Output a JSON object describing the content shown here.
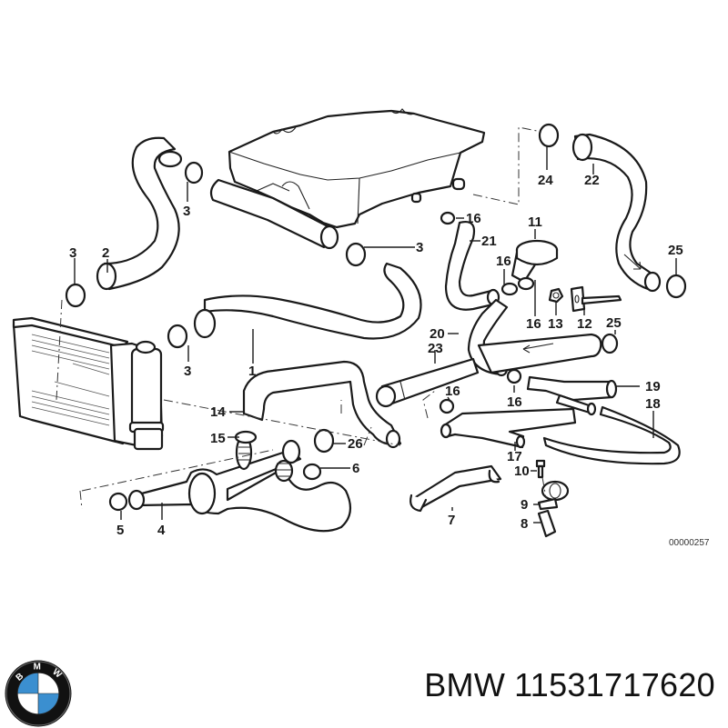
{
  "diagram": {
    "title": "Cooling system water hoses",
    "diagram_id": "00000257",
    "callouts": [
      {
        "label": "1",
        "part": "hose-radiator-upper"
      },
      {
        "label": "2",
        "part": "hose-s-bend"
      },
      {
        "label": "3",
        "part": "hose-clamp"
      },
      {
        "label": "4",
        "part": "hose-radiator-lower"
      },
      {
        "label": "5",
        "part": "hose-clamp"
      },
      {
        "label": "6",
        "part": "hose-clamp"
      },
      {
        "label": "7",
        "part": "bracket"
      },
      {
        "label": "8",
        "part": "plate"
      },
      {
        "label": "9",
        "part": "pipe-clip"
      },
      {
        "label": "10",
        "part": "bolt"
      },
      {
        "label": "11",
        "part": "expansion-cap"
      },
      {
        "label": "12",
        "part": "mounting-strap"
      },
      {
        "label": "13",
        "part": "nut"
      },
      {
        "label": "14",
        "part": "hose-bypass"
      },
      {
        "label": "15",
        "part": "hose-clamp"
      },
      {
        "label": "16",
        "part": "hose-clamp-small"
      },
      {
        "label": "17",
        "part": "pipe-y-lower"
      },
      {
        "label": "18",
        "part": "hose-return"
      },
      {
        "label": "19",
        "part": "pipe-y-upper"
      },
      {
        "label": "20",
        "part": "hose-heater"
      },
      {
        "label": "21",
        "part": "hose-heater-feed"
      },
      {
        "label": "22",
        "part": "hose-heater-return"
      },
      {
        "label": "23",
        "part": "pipe-water"
      },
      {
        "label": "24",
        "part": "hose-clamp"
      },
      {
        "label": "25",
        "part": "hose-clamp"
      },
      {
        "label": "26",
        "part": "hose-clamp"
      }
    ]
  },
  "labels": {
    "c1": "1",
    "c2": "2",
    "c3a": "3",
    "c3b": "3",
    "c3c": "3",
    "c3d": "3",
    "c4": "4",
    "c5": "5",
    "c6": "6",
    "c7": "7",
    "c8": "8",
    "c9": "9",
    "c10": "10",
    "c11": "11",
    "c12": "12",
    "c13": "13",
    "c14": "14",
    "c15": "15",
    "c16a": "16",
    "c16b": "16",
    "c16c": "16",
    "c16d": "16",
    "c16e": "16",
    "c17": "17",
    "c18": "18",
    "c19": "19",
    "c20": "20",
    "c21": "21",
    "c22": "22",
    "c23": "23",
    "c24": "24",
    "c25a": "25",
    "c25b": "25",
    "c26": "26"
  },
  "brand": {
    "logo_name": "BMW",
    "logo_letters": [
      "B",
      "M",
      "W"
    ],
    "colors": {
      "blue": "#3b8fd0",
      "ring": "#111111",
      "white": "#ffffff"
    }
  },
  "footer": {
    "brand": "BMW",
    "part_number": "11531717620"
  }
}
